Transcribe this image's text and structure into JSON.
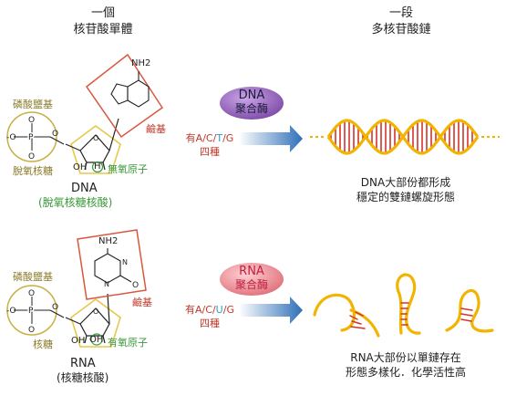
{
  "headers": {
    "single_l1": "一個",
    "single_l2": "核苷酸單體",
    "chain_l1": "一段",
    "chain_l2": "多核苷酸鏈"
  },
  "dna": {
    "phosphate": "磷酸鹽基",
    "base": "鹼基",
    "sugar": "脫氧核糖",
    "no_oxygen": "無氧原子",
    "name": "DNA",
    "name_sub": "(脫氧核糖核酸)",
    "nh2": "NH2",
    "oh": "OH",
    "h": "H",
    "enzyme_l1": "DNA",
    "enzyme_l2": "聚合酶",
    "bases": [
      "A",
      "C",
      "T",
      "G"
    ],
    "bases_prefix": "有",
    "bases_suffix": "四種",
    "caption_l1": "DNA大部份都形成",
    "caption_l2": "穩定的雙鏈螺旋形態"
  },
  "rna": {
    "phosphate": "磷酸鹽基",
    "base": "鹼基",
    "sugar": "核糖",
    "has_oxygen": "有氧原子",
    "name": "RNA",
    "name_sub": "(核糖核酸)",
    "nh2": "NH2",
    "oh": "OH",
    "oh2": "OH",
    "enzyme_l1": "RNA",
    "enzyme_l2": "聚合酶",
    "bases": [
      "A",
      "C",
      "U",
      "G"
    ],
    "bases_prefix": "有",
    "bases_suffix": "四種",
    "caption_l1": "RNA大部份以單鏈存在",
    "caption_l2": "形態多樣化．化學活性高"
  },
  "colors": {
    "dna_enzyme": "#8e5bb5",
    "rna_enzyme": "#e0707a",
    "strand": "#f2b400",
    "rung": "#d0342c",
    "highlight_base": "#2aa0c8"
  }
}
